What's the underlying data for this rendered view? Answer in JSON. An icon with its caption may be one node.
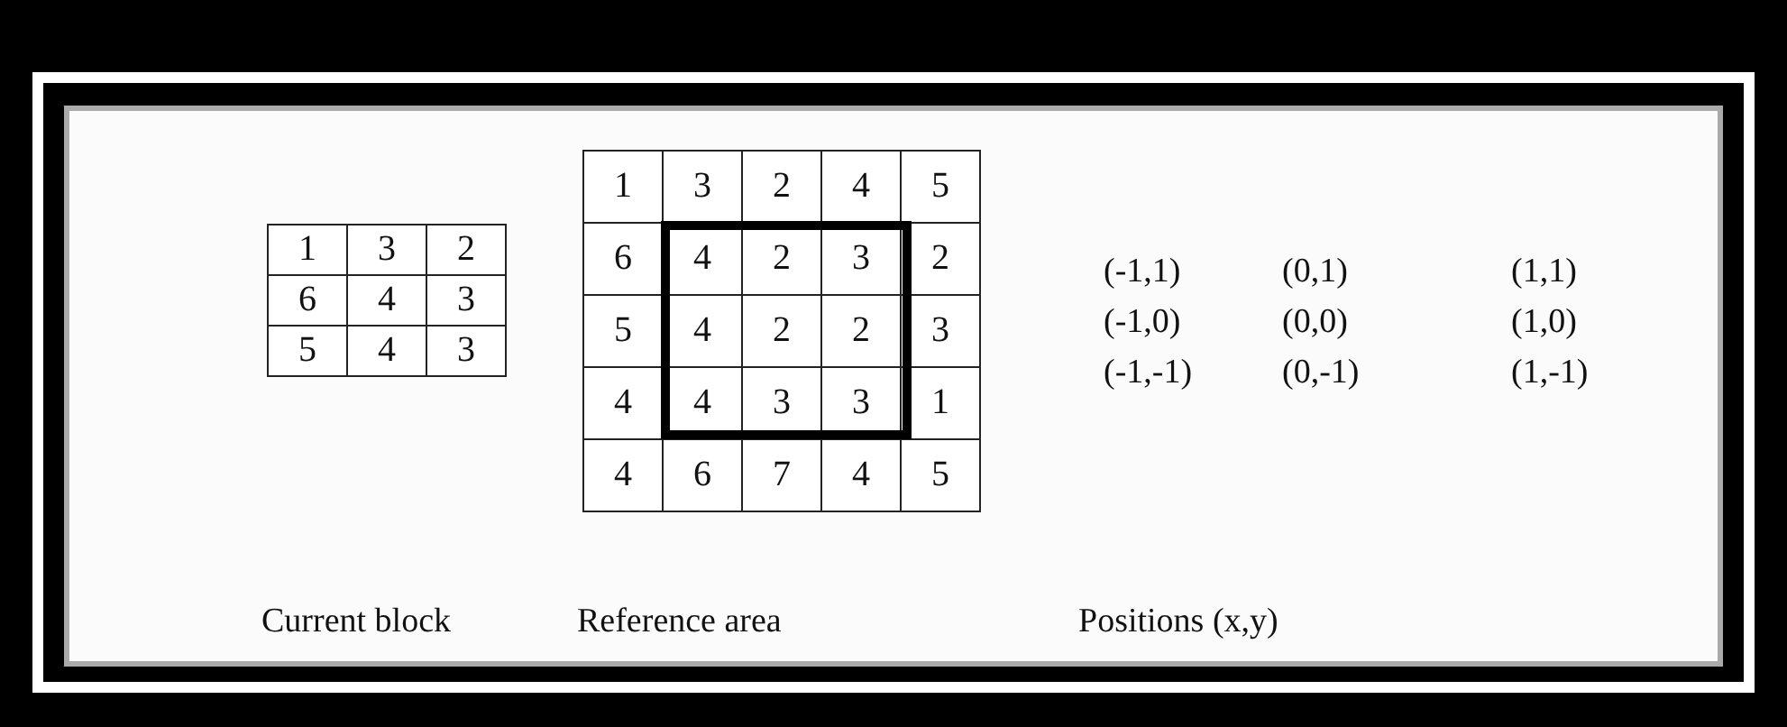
{
  "diagram": {
    "labels": [
      "1",
      "3",
      "2",
      "6",
      "4",
      "3",
      "5",
      "4",
      "3",
      "1",
      "3",
      "2",
      "4",
      "5",
      "6",
      "4",
      "2",
      "3",
      "2",
      "5",
      "4",
      "2",
      "2",
      "3",
      "4",
      "4",
      "3",
      "3",
      "1",
      "4",
      "6",
      "7",
      "4",
      "5",
      "(-1,1)",
      "(0,1)",
      "(1,1)",
      "(-1,0)",
      "(0,0)",
      "(1,0)",
      "(-1,-1)",
      "(0,-1)",
      "(1,-1)",
      "Current block",
      "Reference area",
      "Positions (x,y)"
    ]
  }
}
